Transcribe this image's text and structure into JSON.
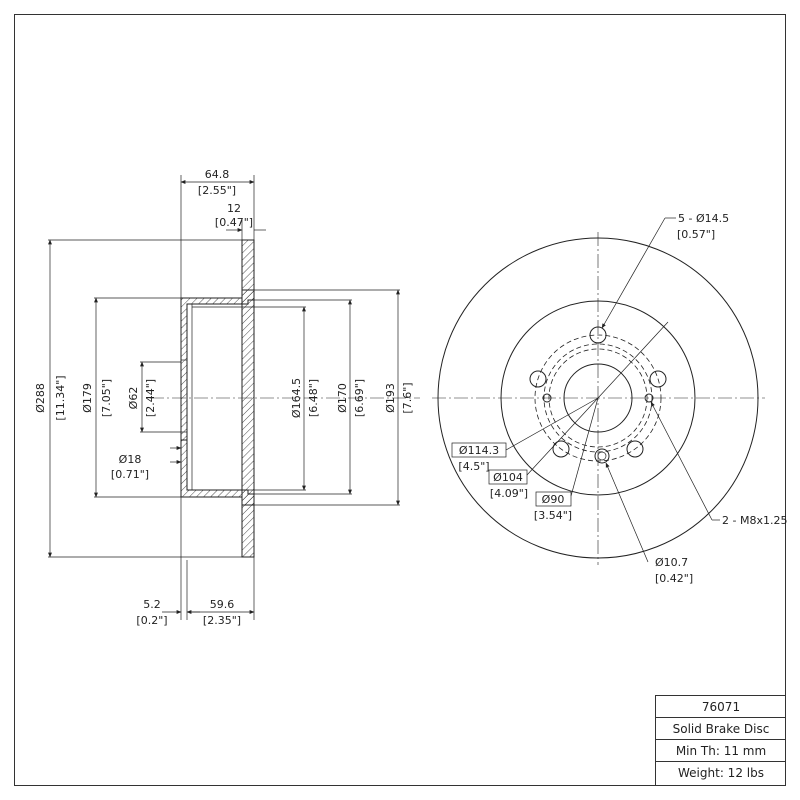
{
  "title_block": {
    "part_number": "76071",
    "description": "Solid Brake Disc",
    "min_thickness": "Min Th: 11 mm",
    "weight": "Weight: 12 lbs"
  },
  "side_view": {
    "overall_width": {
      "mm": "64.8",
      "in": "[2.55\"]"
    },
    "disc_thickness": {
      "mm": "12",
      "in": "[0.47\"]"
    },
    "outer_diameter": {
      "mm": "Ø288",
      "in": "[11.34\"]"
    },
    "hat_outer_diameter": {
      "mm": "Ø179",
      "in": "[7.05\"]"
    },
    "center_bore": {
      "mm": "Ø62",
      "in": "[2.44\"]"
    },
    "hub_pilot": {
      "mm": "Ø18",
      "in": "[0.71\"]"
    },
    "inner_bore": {
      "mm": "Ø164.5",
      "in": "[6.48\"]"
    },
    "hat_inner": {
      "mm": "Ø170",
      "in": "[6.69\"]"
    },
    "hat_step": {
      "mm": "Ø193",
      "in": "[7.6\"]"
    },
    "hat_wall": {
      "mm": "5.2",
      "in": "[0.2\"]"
    },
    "hat_height": {
      "mm": "59.6",
      "in": "[2.35\"]"
    }
  },
  "front_view": {
    "bolt_holes": {
      "mm": "5 - Ø14.5",
      "in": "[0.57\"]"
    },
    "bolt_circle": {
      "mm": "Ø114.3",
      "in": "[4.5\"]"
    },
    "circle_104": {
      "mm": "Ø104",
      "in": "[4.09\"]"
    },
    "circle_90": {
      "mm": "Ø90",
      "in": "[3.54\"]"
    },
    "threaded_holes": {
      "mm": "2 - M8x1.25"
    },
    "small_hole": {
      "mm": "Ø10.7",
      "in": "[0.42\"]"
    }
  }
}
